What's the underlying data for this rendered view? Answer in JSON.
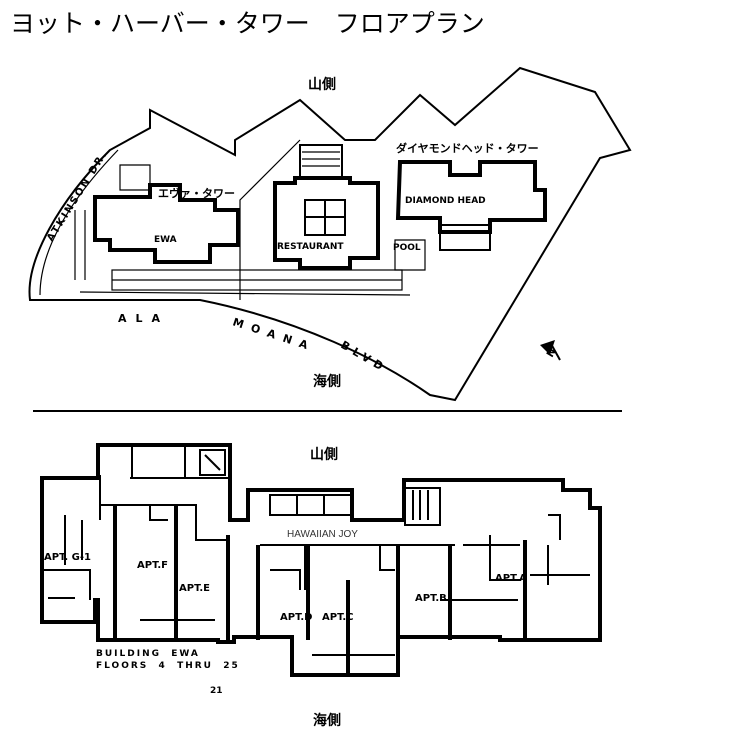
{
  "title": "ヨット・ハーバー・タワー　フロアプラン",
  "site_plan": {
    "mountain_side": "山側",
    "ocean_side": "海側",
    "diamond_head_tower_jp": "ダイヤモンドヘッド・タワー",
    "ewa_tower_jp": "エヴァ・タワー",
    "ewa": "EWA",
    "restaurant": "RESTAURANT",
    "diamond_head": "DIAMOND HEAD",
    "pool": "POOL",
    "street_atkinson": "ATKINSON DR.",
    "street_ala": "ALA",
    "street_moana": "MOANA",
    "street_blvd": "BLVD",
    "north": "N"
  },
  "floor_plan": {
    "mountain_side": "山側",
    "ocean_side": "海側",
    "hawaiian_joy": "HAWAIIAN JOY",
    "apartments": [
      "APT. G-1",
      "APT.F",
      "APT.E",
      "APT.D",
      "APT.C",
      "APT.B",
      "APT.A"
    ],
    "building": "BUILDING  EWA",
    "floors": "FLOORS  4  THRU  25",
    "page_number": "21"
  }
}
